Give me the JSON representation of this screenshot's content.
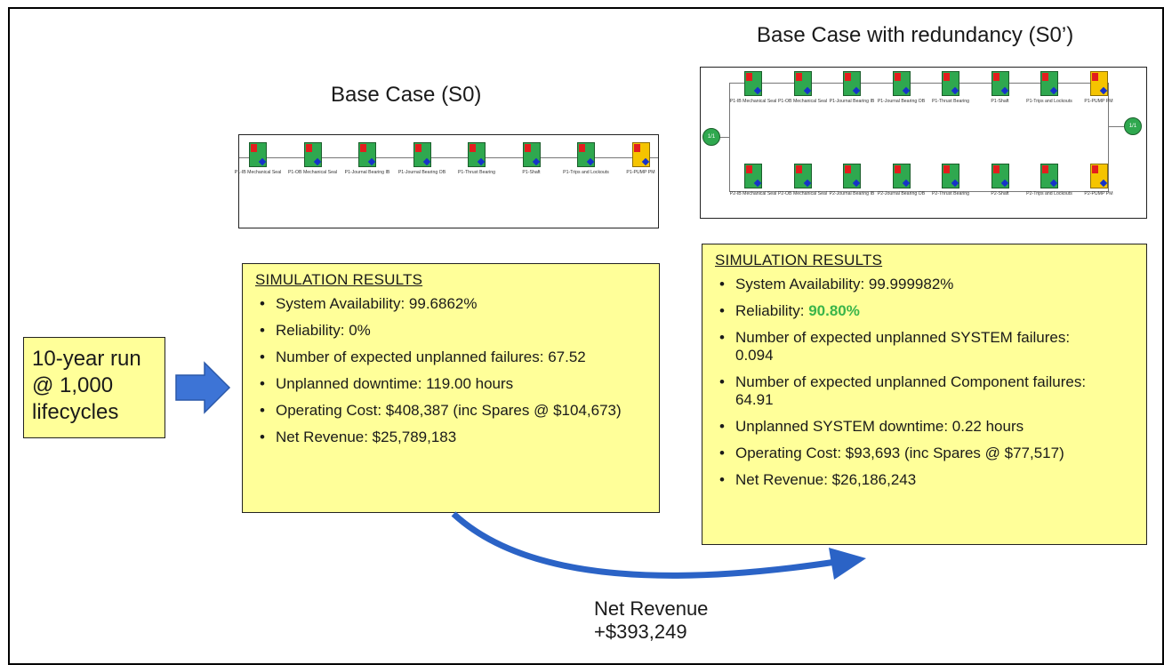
{
  "base_case": {
    "title": "Base Case (S0)",
    "blocks": [
      {
        "label": "P1-IB Mechanical Seal",
        "color": "green"
      },
      {
        "label": "P1-OB Mechanical Seal",
        "color": "green"
      },
      {
        "label": "P1-Journal Bearing IB",
        "color": "green"
      },
      {
        "label": "P1-Journal Bearing OB",
        "color": "green"
      },
      {
        "label": "P1-Thrust Bearing",
        "color": "green"
      },
      {
        "label": "P1-Shaft",
        "color": "green"
      },
      {
        "label": "P1-Trips and Lockouts",
        "color": "green"
      },
      {
        "label": "P1-PUMP PM",
        "color": "yellow"
      }
    ],
    "results": {
      "heading": "SIMULATION RESULTS",
      "items": [
        "System Availability: 99.6862%",
        "Reliability: 0%",
        "Number of expected unplanned failures: 67.52",
        "Unplanned downtime: 119.00 hours",
        "Operating Cost: $408,387 (inc Spares @ $104,673)",
        "Net Revenue: $25,789,183"
      ]
    }
  },
  "redundancy_case": {
    "title": "Base Case with redundancy (S0’)",
    "start_node": "1/1",
    "end_node": "1/1",
    "row1_blocks": [
      {
        "label": "P1-IB Mechanical Seal",
        "color": "green"
      },
      {
        "label": "P1-OB Mechanical Seal",
        "color": "green"
      },
      {
        "label": "P1-Journal Bearing IB",
        "color": "green"
      },
      {
        "label": "P1-Journal Bearing OB",
        "color": "green"
      },
      {
        "label": "P1-Thrust Bearing",
        "color": "green"
      },
      {
        "label": "P1-Shaft",
        "color": "green"
      },
      {
        "label": "P1-Trips and Lockouts",
        "color": "green"
      },
      {
        "label": "P1-PUMP PM",
        "color": "yellow"
      }
    ],
    "row2_blocks": [
      {
        "label": "P2-IB Mechanical Seal",
        "color": "green"
      },
      {
        "label": "P2-OB Mechanical Seal",
        "color": "green"
      },
      {
        "label": "P2-Journal Bearing IB",
        "color": "green"
      },
      {
        "label": "P2-Journal Bearing OB",
        "color": "green"
      },
      {
        "label": "P2-Thrust Bearing",
        "color": "green"
      },
      {
        "label": "P2-Shaft",
        "color": "green"
      },
      {
        "label": "P2-Trips and Lockouts",
        "color": "green"
      },
      {
        "label": "P2-PUMP PM",
        "color": "yellow"
      }
    ],
    "results": {
      "heading": "SIMULATION RESULTS",
      "availability": "System Availability: 99.999982%",
      "reliability_label": "Reliability: ",
      "reliability_value": "90.80%",
      "system_failures": "Number of expected unplanned SYSTEM failures: 0.094",
      "component_failures": "Number of expected unplanned Component failures: 64.91",
      "downtime": "Unplanned SYSTEM downtime: 0.22 hours",
      "operating_cost": "Operating Cost: $93,693 (inc Spares @ $77,517)",
      "net_revenue": "Net Revenue: $26,186,243"
    }
  },
  "run": {
    "lines": [
      "10-year run",
      "@ 1,000",
      "lifecycles"
    ]
  },
  "net_revenue_delta": {
    "lines": [
      "Net Revenue",
      "+$393,249"
    ]
  },
  "colors": {
    "box_fill": "#ffff99",
    "arrow": "#2b63c6",
    "block_green": "#2fa84f",
    "block_yellow": "#f5c400",
    "highlight_green": "#3ab54a"
  }
}
